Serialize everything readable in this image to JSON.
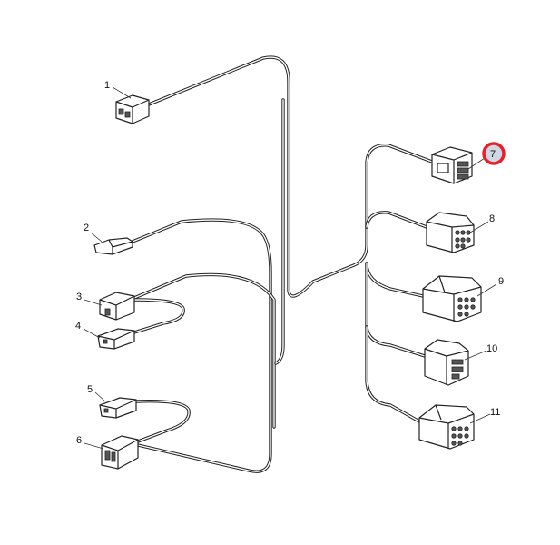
{
  "diagram": {
    "type": "wiring-harness",
    "callouts": [
      "1",
      "2",
      "3",
      "4",
      "5",
      "6",
      "7",
      "8",
      "9",
      "10",
      "11"
    ],
    "highlighted_callout": "7",
    "highlight_color": "#e8202a",
    "highlight_fill": "#cfd6e4"
  }
}
